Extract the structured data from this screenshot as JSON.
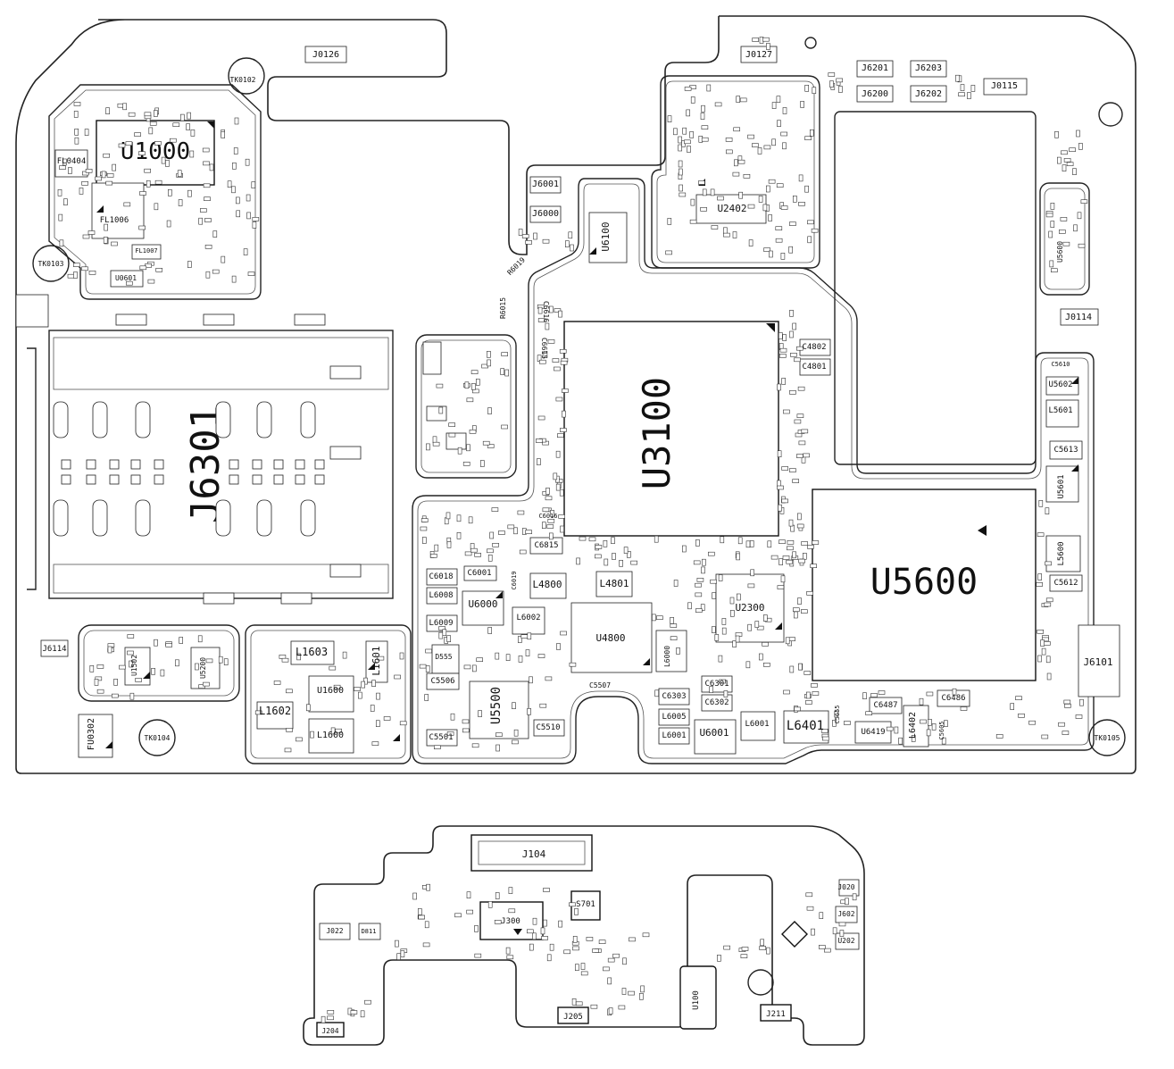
{
  "chips_large": [
    {
      "id": "u1000",
      "label": "U1000"
    },
    {
      "id": "u3100",
      "label": "U3100"
    },
    {
      "id": "u5600",
      "label": "U5600"
    },
    {
      "id": "j6301",
      "label": "J6301"
    }
  ],
  "components": [
    {
      "id": "j0126",
      "label": "J0126"
    },
    {
      "id": "j0127",
      "label": "J0127"
    },
    {
      "id": "j6201",
      "label": "J6201"
    },
    {
      "id": "j6203",
      "label": "J6203"
    },
    {
      "id": "j6200",
      "label": "J6200"
    },
    {
      "id": "j6202",
      "label": "J6202"
    },
    {
      "id": "j0115",
      "label": "J0115"
    },
    {
      "id": "j0114",
      "label": "J0114"
    },
    {
      "id": "tk0102",
      "label": "TK0102"
    },
    {
      "id": "tk0103",
      "label": "TK0103"
    },
    {
      "id": "tk0104",
      "label": "TK0104"
    },
    {
      "id": "tk0105",
      "label": "TK0105"
    },
    {
      "id": "fl0404",
      "label": "FL0404"
    },
    {
      "id": "fl1006",
      "label": "FL1006"
    },
    {
      "id": "fl1007",
      "label": "FL1007"
    },
    {
      "id": "u0601",
      "label": "U0601"
    },
    {
      "id": "j6001",
      "label": "J6001"
    },
    {
      "id": "j6000",
      "label": "J6000"
    },
    {
      "id": "u6100",
      "label": "U6100"
    },
    {
      "id": "u2402",
      "label": "U2402"
    },
    {
      "id": "r6019",
      "label": "R6019"
    },
    {
      "id": "r6015",
      "label": "R6015"
    },
    {
      "id": "c6616",
      "label": "C6616"
    },
    {
      "id": "c6615",
      "label": "C6615"
    },
    {
      "id": "c4802",
      "label": "C4802"
    },
    {
      "id": "c4801",
      "label": "C4801"
    },
    {
      "id": "u5602",
      "label": "U5602"
    },
    {
      "id": "l5601",
      "label": "L5601"
    },
    {
      "id": "c5613",
      "label": "C5613"
    },
    {
      "id": "u5601",
      "label": "U5601"
    },
    {
      "id": "l5600",
      "label": "L5600"
    },
    {
      "id": "c5612",
      "label": "C5612"
    },
    {
      "id": "u5600s",
      "label": "U5600"
    },
    {
      "id": "c5610",
      "label": "C5610"
    },
    {
      "id": "c6815",
      "label": "C6815"
    },
    {
      "id": "c6018",
      "label": "C6018"
    },
    {
      "id": "c6001",
      "label": "C6001"
    },
    {
      "id": "l6008",
      "label": "L6008"
    },
    {
      "id": "u6000",
      "label": "U6000"
    },
    {
      "id": "l6009",
      "label": "L6009"
    },
    {
      "id": "l4800",
      "label": "L4800"
    },
    {
      "id": "l4801",
      "label": "L4801"
    },
    {
      "id": "l6002",
      "label": "L6002"
    },
    {
      "id": "u4800",
      "label": "U4800"
    },
    {
      "id": "u2300",
      "label": "U2300"
    },
    {
      "id": "l6000",
      "label": "L6000"
    },
    {
      "id": "d555",
      "label": "D555"
    },
    {
      "id": "c5506",
      "label": "C5506"
    },
    {
      "id": "u5500",
      "label": "U5500"
    },
    {
      "id": "c5501",
      "label": "C5501"
    },
    {
      "id": "c5510",
      "label": "C5510"
    },
    {
      "id": "c5507",
      "label": "C5507"
    },
    {
      "id": "c6303",
      "label": "C6303"
    },
    {
      "id": "c6301",
      "label": "C6301"
    },
    {
      "id": "c6302",
      "label": "C6302"
    },
    {
      "id": "l6005",
      "label": "L6005"
    },
    {
      "id": "l6001",
      "label": "L6001"
    },
    {
      "id": "u6001",
      "label": "U6001"
    },
    {
      "id": "l6001b",
      "label": "L6001"
    },
    {
      "id": "l6401",
      "label": "L6401"
    },
    {
      "id": "u6419",
      "label": "U6419"
    },
    {
      "id": "l6402",
      "label": "L6402"
    },
    {
      "id": "c6487",
      "label": "C6487"
    },
    {
      "id": "c6486",
      "label": "C6486"
    },
    {
      "id": "j6101",
      "label": "J6101"
    },
    {
      "id": "j6114",
      "label": "J6114"
    },
    {
      "id": "fu0302",
      "label": "FU0302"
    },
    {
      "id": "l1603",
      "label": "L1603"
    },
    {
      "id": "l1601",
      "label": "L1601"
    },
    {
      "id": "u1600",
      "label": "U1600"
    },
    {
      "id": "l1602",
      "label": "L1602"
    },
    {
      "id": "l1600",
      "label": "L1600"
    },
    {
      "id": "u1502",
      "label": "U1502"
    },
    {
      "id": "u5200",
      "label": "U5200"
    },
    {
      "id": "j104",
      "label": "J104"
    },
    {
      "id": "j300",
      "label": "J300"
    },
    {
      "id": "s701",
      "label": "S701"
    },
    {
      "id": "j022",
      "label": "J022"
    },
    {
      "id": "d811",
      "label": "D811"
    },
    {
      "id": "j205",
      "label": "J205"
    },
    {
      "id": "j211",
      "label": "J211"
    },
    {
      "id": "j204",
      "label": "J204"
    },
    {
      "id": "u100",
      "label": "U100"
    },
    {
      "id": "u202",
      "label": "U202"
    },
    {
      "id": "j602",
      "label": "J602"
    },
    {
      "id": "j020",
      "label": "J020"
    },
    {
      "id": "c6016",
      "label": "C6016"
    },
    {
      "id": "c6019",
      "label": "C6019"
    },
    {
      "id": "c5605",
      "label": "C5605"
    },
    {
      "id": "c5655",
      "label": "C5655"
    }
  ]
}
